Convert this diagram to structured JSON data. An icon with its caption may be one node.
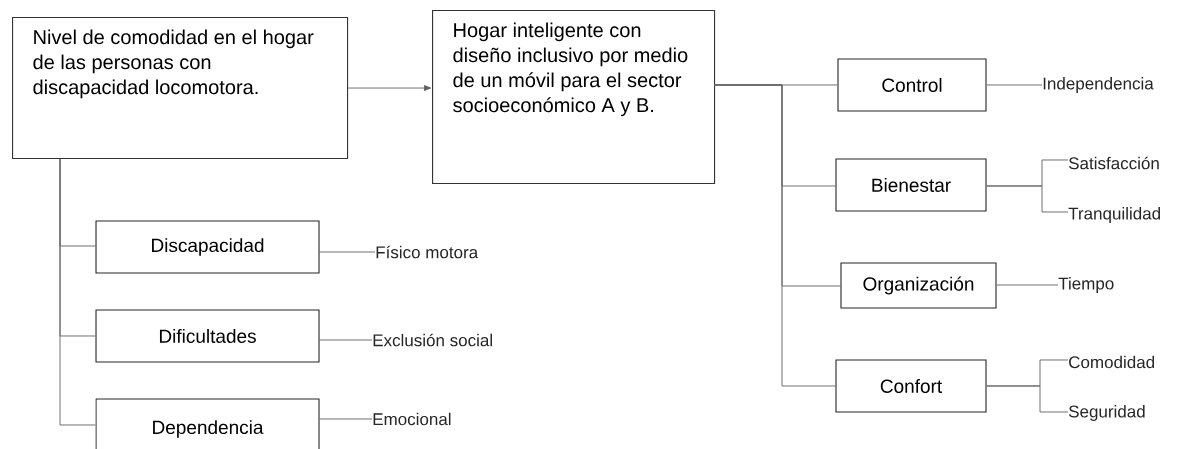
{
  "diagram": {
    "nodes": [
      {
        "text": [
          "Nivel de comodidad en el hogar de las personas con discapacidad locomotora."
        ]
      },
      {
        "text": [
          "Hogar inteligente con diseño inclusivo por medio de un móvil para el sector socioeconómico A y B."
        ]
      },
      {
        "text": [
          "Discapacidad"
        ]
      },
      {
        "text": [
          "Dificultades"
        ]
      },
      {
        "text": [
          "Dependencia"
        ]
      },
      {
        "text": [
          "Físico motora"
        ]
      },
      {
        "text": [
          "Exclusión social"
        ]
      },
      {
        "text": [
          "Emocional"
        ]
      },
      {
        "text": [
          "Control"
        ]
      },
      {
        "text": [
          "Bienestar"
        ]
      },
      {
        "text": [
          "Organización"
        ]
      },
      {
        "text": [
          "Confort"
        ]
      },
      {
        "text": [
          "Independencia"
        ]
      },
      {
        "text": [
          "Satisfacción"
        ]
      },
      {
        "text": [
          "Tranquilidad"
        ]
      },
      {
        "text": [
          "Tiempo"
        ]
      },
      {
        "text": [
          "Comodidad"
        ]
      },
      {
        "text": [
          "Seguridad"
        ]
      }
    ],
    "edges": [
      {
        "from": 0,
        "to": 1,
        "arrow": "to"
      },
      {
        "from": 0,
        "to": 2,
        "arrow": "none"
      },
      {
        "from": 0,
        "to": 3,
        "arrow": "none"
      },
      {
        "from": 0,
        "to": 4,
        "arrow": "none"
      },
      {
        "from": 2,
        "to": 5,
        "arrow": "none"
      },
      {
        "from": 3,
        "to": 6,
        "arrow": "none"
      },
      {
        "from": 4,
        "to": 7,
        "arrow": "none"
      },
      {
        "from": 1,
        "to": 8,
        "arrow": "none"
      },
      {
        "from": 1,
        "to": 9,
        "arrow": "none"
      },
      {
        "from": 1,
        "to": 10,
        "arrow": "none"
      },
      {
        "from": 1,
        "to": 11,
        "arrow": "none"
      },
      {
        "from": 8,
        "to": 12,
        "arrow": "none"
      },
      {
        "from": 9,
        "to": 13,
        "arrow": "none"
      },
      {
        "from": 9,
        "to": 14,
        "arrow": "none"
      },
      {
        "from": 10,
        "to": 15,
        "arrow": "none"
      },
      {
        "from": 11,
        "to": 16,
        "arrow": "none"
      },
      {
        "from": 11,
        "to": 17,
        "arrow": "none"
      }
    ]
  }
}
